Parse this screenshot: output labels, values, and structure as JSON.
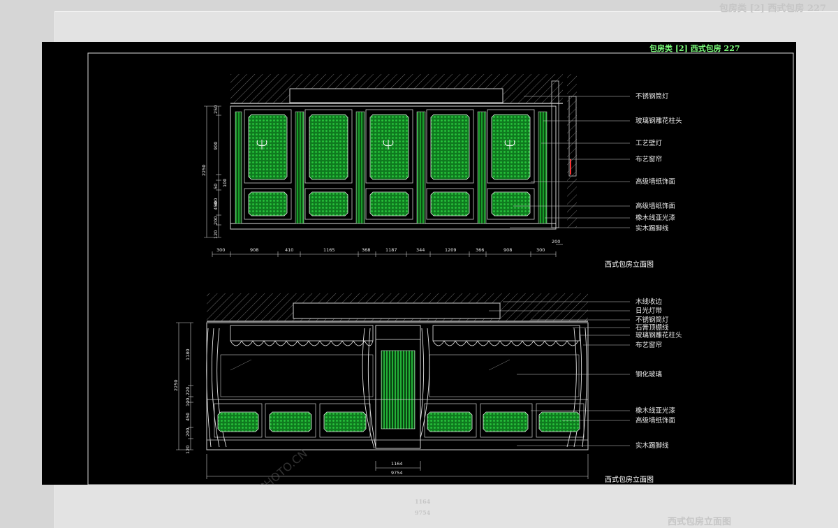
{
  "header": {
    "title": "包房类 [2] 西式包房 227"
  },
  "upper_elevation": {
    "caption": "西式包房立面图",
    "labels": [
      "不锈钢筒灯",
      "玻璃钢雕花柱头",
      "工艺壁灯",
      "布艺窗帘",
      "高级墙纸饰面",
      "高级墙纸饰面",
      "橡木线亚光漆",
      "实木踢脚线"
    ],
    "h_dims": [
      "300",
      "908",
      "410",
      "1165",
      "368",
      "1187",
      "344",
      "1209",
      "366",
      "908",
      "300"
    ],
    "overall_right": "200",
    "v_dims": [
      "250",
      "900",
      "50",
      "100",
      "300",
      "450",
      "200",
      "120"
    ],
    "v_total": "2250"
  },
  "lower_elevation": {
    "caption": "西式包房立面图",
    "labels": [
      "木线收边",
      "日光灯带",
      "不锈钢筒灯",
      "石膏顶棚线",
      "玻璃钢雕花柱头",
      "布艺窗帘",
      "钢化玻璃",
      "橡木线亚光漆",
      "高级墙纸饰面",
      "实木踢脚线"
    ],
    "h_dims": [
      "1164",
      "9754"
    ],
    "v_dims": [
      "1180",
      "220",
      "100",
      "450",
      "200",
      "120"
    ],
    "v_total": "2250"
  },
  "watermark": {
    "text": "PHOTOPHOTO.CN"
  },
  "background_sheet": {
    "header": "包房类 [2] 西式包房 227",
    "dims": [
      "1164",
      "9754"
    ],
    "caption": "西式包房立面图"
  }
}
